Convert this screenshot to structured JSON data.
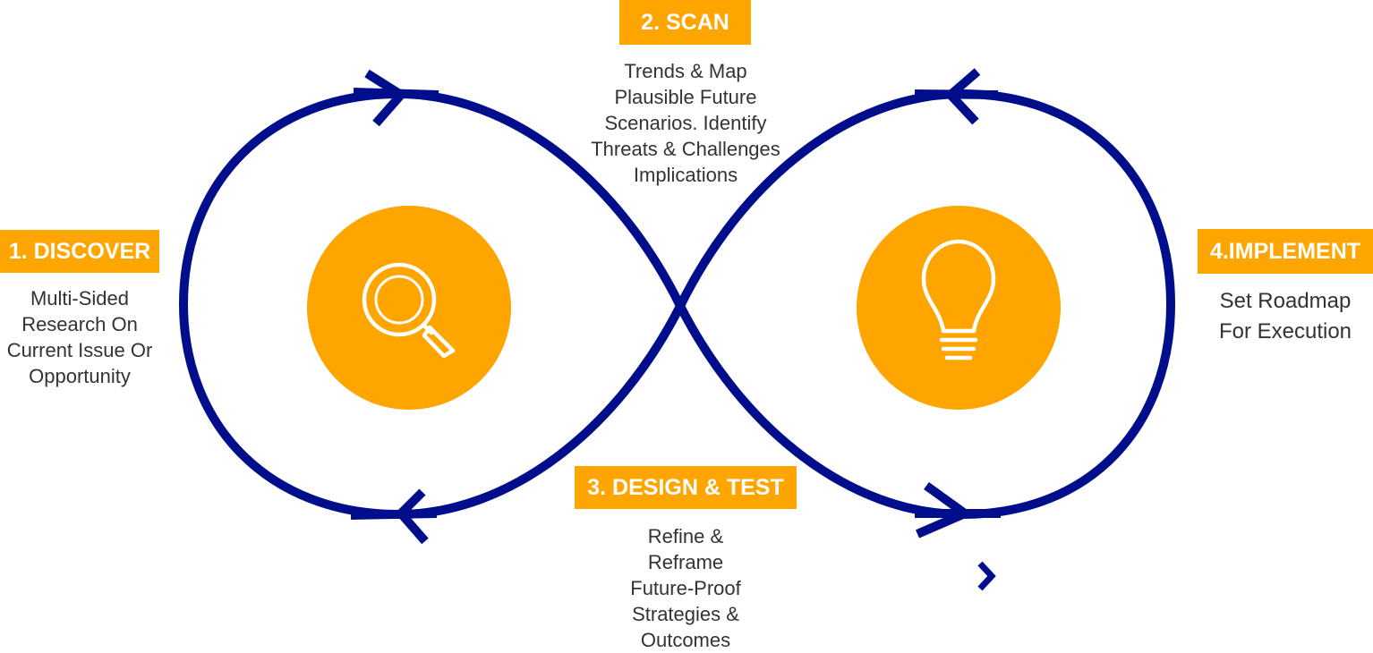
{
  "colors": {
    "accent": "#FFA500",
    "loop": "#000E8C",
    "text": "#333333",
    "icon_stroke": "#FFFFFF"
  },
  "steps": {
    "discover": {
      "label": "1. DISCOVER",
      "description": "Multi-Sided\nResearch On\nCurrent Issue Or\nOpportunity"
    },
    "scan": {
      "label": "2. SCAN",
      "description": "Trends & Map\nPlausible Future\nScenarios. Identify\nThreats & Challenges\nImplications"
    },
    "design": {
      "label": "3. DESIGN & TEST",
      "description": "Refine &\nReframe\nFuture-Proof\nStrategies &\nOutcomes"
    },
    "implement": {
      "label": "4.IMPLEMENT",
      "description": "Set Roadmap\nFor Execution"
    }
  },
  "icons": {
    "left_circle": "magnifier-icon",
    "right_circle": "lightbulb-icon"
  }
}
